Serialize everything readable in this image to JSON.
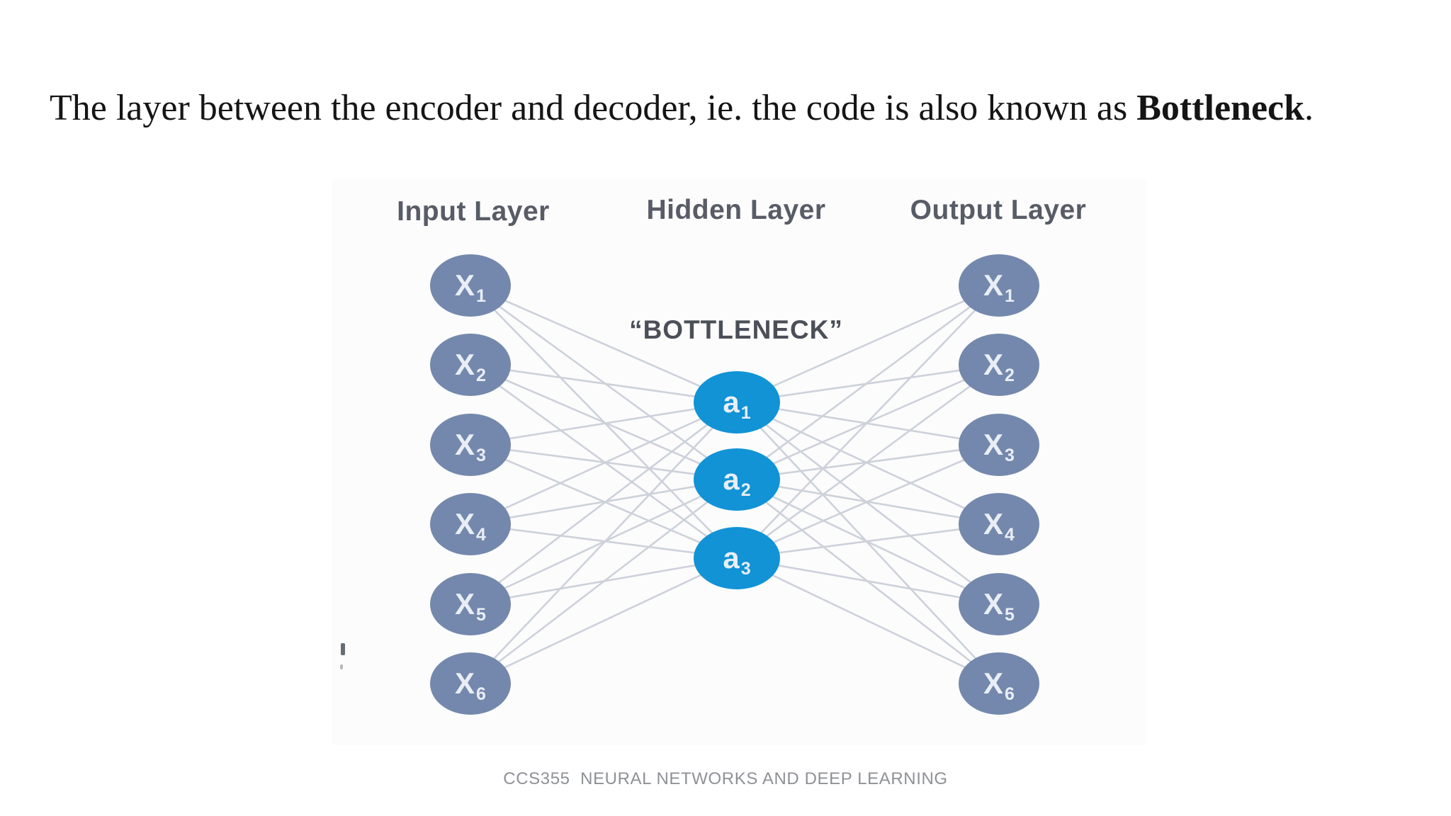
{
  "slide": {
    "title": {
      "prefix": "The layer between the encoder and decoder, ie. the code is also known as ",
      "bold": "Bottleneck",
      "suffix": "."
    },
    "footer": "CCS355  NEURAL NETWORKS AND DEEP LEARNING"
  },
  "diagram": {
    "bottleneck_label": "“BOTTLENECK”",
    "colors": {
      "io_node": "#7488ad",
      "hidden_node": "#1193d6",
      "edge": "#cdd1da",
      "node_text": "#e9eef6",
      "layer_label": "#575c66",
      "bottleneck_label": "#4b4f58",
      "footer_text": "#8f9196",
      "title_text": "#151515"
    },
    "layers": [
      {
        "id": "input",
        "label": "Input Layer",
        "nodes": [
          {
            "base": "X",
            "sub": "1"
          },
          {
            "base": "X",
            "sub": "2"
          },
          {
            "base": "X",
            "sub": "3"
          },
          {
            "base": "X",
            "sub": "4"
          },
          {
            "base": "X",
            "sub": "5"
          },
          {
            "base": "X",
            "sub": "6"
          }
        ]
      },
      {
        "id": "hidden",
        "label": "Hidden Layer",
        "nodes": [
          {
            "base": "a",
            "sub": "1"
          },
          {
            "base": "a",
            "sub": "2"
          },
          {
            "base": "a",
            "sub": "3"
          }
        ]
      },
      {
        "id": "output",
        "label": "Output Layer",
        "nodes": [
          {
            "base": "X",
            "sub": "1"
          },
          {
            "base": "X",
            "sub": "2"
          },
          {
            "base": "X",
            "sub": "3"
          },
          {
            "base": "X",
            "sub": "4"
          },
          {
            "base": "X",
            "sub": "5"
          },
          {
            "base": "X",
            "sub": "6"
          }
        ]
      }
    ]
  }
}
